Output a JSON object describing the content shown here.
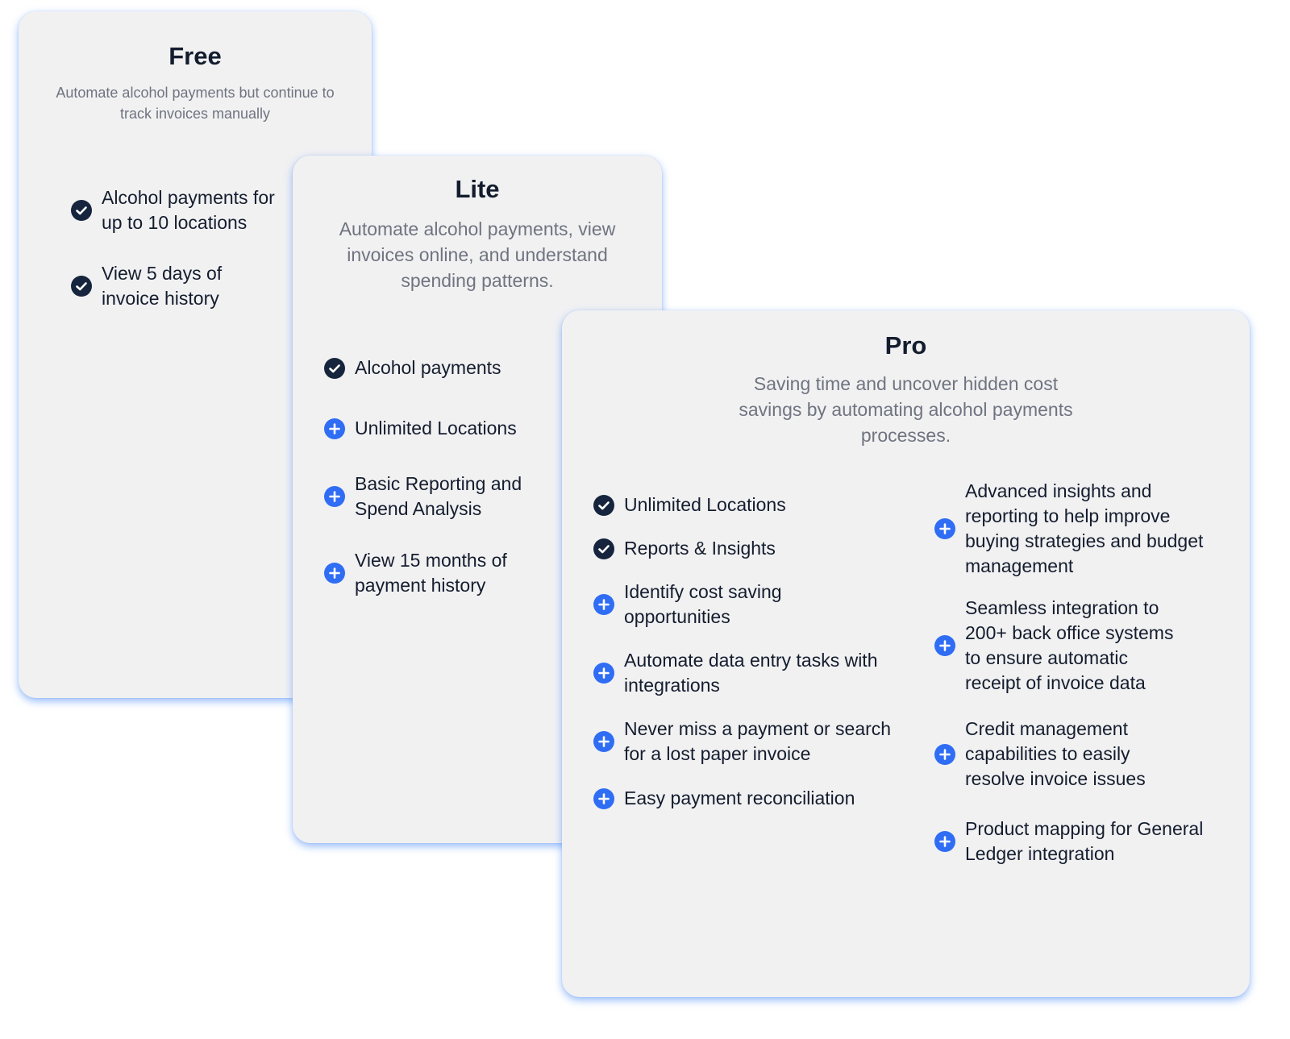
{
  "plans": {
    "free": {
      "title": "Free",
      "subtitle": "Automate alcohol payments but continue to track invoices manually",
      "features": [
        {
          "icon": "check-icon",
          "text": "Alcohol payments for up to 10 locations"
        },
        {
          "icon": "check-icon",
          "text": "View 5 days of invoice history"
        }
      ]
    },
    "lite": {
      "title": "Lite",
      "subtitle": "Automate alcohol payments, view invoices online, and understand spending patterns.",
      "features": [
        {
          "icon": "check-icon",
          "text": "Alcohol payments"
        },
        {
          "icon": "plus-icon",
          "text": "Unlimited Locations"
        },
        {
          "icon": "plus-icon",
          "text": "Basic Reporting and Spend Analysis"
        },
        {
          "icon": "plus-icon",
          "text": "View 15 months of payment history"
        }
      ]
    },
    "pro": {
      "title": "Pro",
      "subtitle": "Saving time and uncover hidden cost savings by automating alcohol payments processes.",
      "features_left": [
        {
          "icon": "check-icon",
          "text": "Unlimited Locations"
        },
        {
          "icon": "check-icon",
          "text": "Reports & Insights"
        },
        {
          "icon": "plus-icon",
          "text": "Identify cost saving opportunities"
        },
        {
          "icon": "plus-icon",
          "text": "Automate data entry tasks with integrations"
        },
        {
          "icon": "plus-icon",
          "text": "Never miss a payment or search for a lost paper invoice"
        },
        {
          "icon": "plus-icon",
          "text": "Easy payment reconciliation"
        }
      ],
      "features_right": [
        {
          "icon": "plus-icon",
          "text": "Advanced insights and reporting to help improve buying strategies and budget management"
        },
        {
          "icon": "plus-icon",
          "text": "Seamless integration to 200+ back office systems to ensure automatic receipt of invoice data"
        },
        {
          "icon": "plus-icon",
          "text": "Credit management capabilities to easily resolve invoice issues"
        },
        {
          "icon": "plus-icon",
          "text": "Product mapping for General Ledger integration"
        }
      ]
    }
  },
  "colors": {
    "card_bg": "#f1f1f2",
    "check_icon": "#16253d",
    "plus_icon": "#2f6df4",
    "title": "#141d2e",
    "subtitle": "#6f7480",
    "card_glow": "#4285f4"
  }
}
